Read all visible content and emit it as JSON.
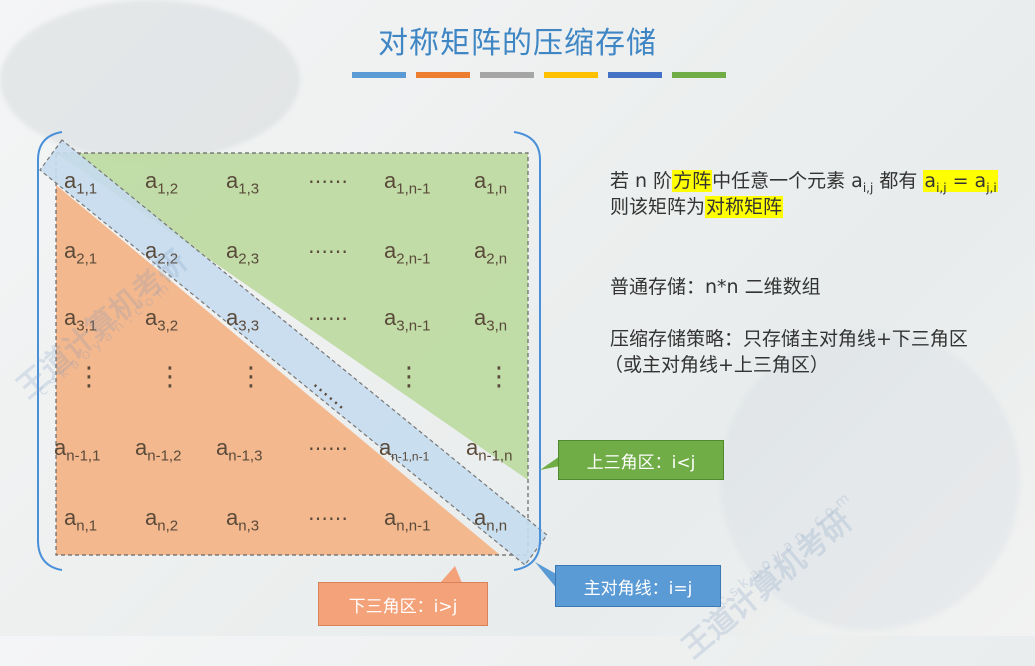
{
  "title": "对称矩阵的压缩存储",
  "strip_colors": [
    "#5b9bd5",
    "#ed7d31",
    "#a5a5a5",
    "#ffc000",
    "#4472c4",
    "#70ad47"
  ],
  "colors": {
    "upper": "#b8d89a",
    "lower": "#f4b183",
    "diag": "#c5dbee",
    "callout_upper": "#70ad47",
    "callout_diag": "#5b9bd5",
    "callout_lower": "#f4a27a"
  },
  "matrix": {
    "rows": [
      [
        {
          "b": "a",
          "s": "1,1"
        },
        {
          "b": "a",
          "s": "1,2"
        },
        {
          "b": "a",
          "s": "1,3"
        },
        {
          "dots": "……"
        },
        {
          "b": "a",
          "s": "1,n-1"
        },
        {
          "b": "a",
          "s": "1,n"
        }
      ],
      [
        {
          "b": "a",
          "s": "2,1"
        },
        {
          "b": "a",
          "s": "2,2"
        },
        {
          "b": "a",
          "s": "2,3"
        },
        {
          "dots": "……"
        },
        {
          "b": "a",
          "s": "2,n-1"
        },
        {
          "b": "a",
          "s": "2,n"
        }
      ],
      [
        {
          "b": "a",
          "s": "3,1"
        },
        {
          "b": "a",
          "s": "3,2"
        },
        {
          "b": "a",
          "s": "3,3"
        },
        {
          "dots": "……"
        },
        {
          "b": "a",
          "s": "3,n-1"
        },
        {
          "b": "a",
          "s": "3,n"
        }
      ],
      [
        {
          "v": "⋮"
        },
        {
          "v": "⋮"
        },
        {
          "v": "⋮"
        },
        {
          "dots": "……"
        },
        {
          "v": "⋮"
        },
        {
          "v": "⋮"
        }
      ],
      [
        {
          "b": "a",
          "s": "n-1,1"
        },
        {
          "b": "a",
          "s": "n-1,2"
        },
        {
          "b": "a",
          "s": "n-1,3"
        },
        {
          "dots": "……"
        },
        {
          "b": "a",
          "s": "n-1,n-1"
        },
        {
          "b": "a",
          "s": "n-1,n"
        }
      ],
      [
        {
          "b": "a",
          "s": "n,1"
        },
        {
          "b": "a",
          "s": "n,2"
        },
        {
          "b": "a",
          "s": "n,3"
        },
        {
          "dots": "……"
        },
        {
          "b": "a",
          "s": "n,n-1"
        },
        {
          "b": "a",
          "s": "n,n"
        }
      ]
    ]
  },
  "desc": {
    "line1_a": "若 n 阶",
    "line1_hl1": "方阵",
    "line1_b": "中任意一个元素 a",
    "line1_sub1": "i,j",
    "line1_c": " 都有 ",
    "line1_hl2_a": "a",
    "line1_hl2_sub1": "i,j",
    "line1_hl2_b": " = a",
    "line1_hl2_sub2": "j,i",
    "line2_a": "则该矩阵为",
    "line2_hl": "对称矩阵",
    "normal": "普通存储：n*n 二维数组",
    "strategy1": "压缩存储策略：只存储主对角线+下三角区",
    "strategy2": "（或主对角线+上三角区）"
  },
  "callouts": {
    "upper": "上三角区：i<j",
    "diag": "主对角线：i=j",
    "lower": "下三角区：i>j"
  },
  "watermark": {
    "brand": "王道计算机考研",
    "site": "cskaoyan.com"
  }
}
